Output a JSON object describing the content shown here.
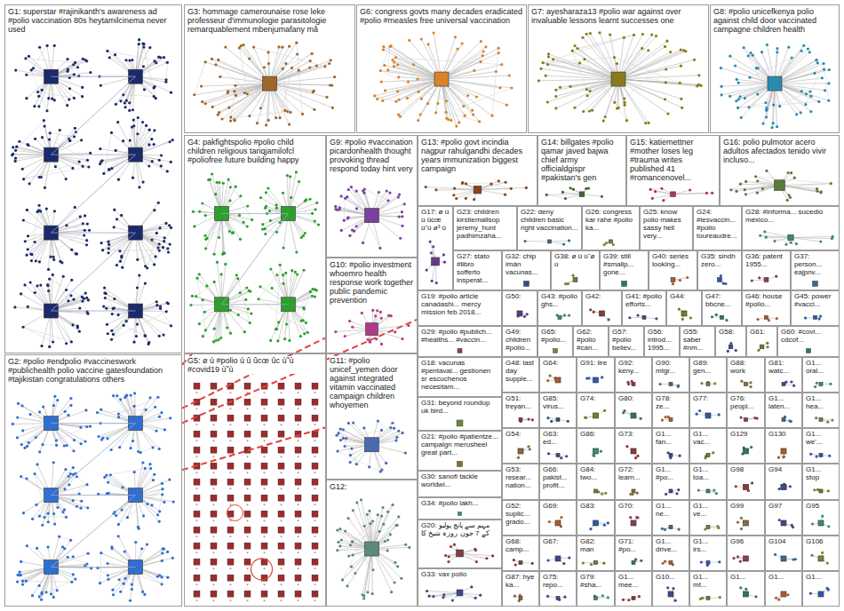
{
  "diagram": {
    "nodes": [
      {
        "text": [
          "G1: superstar #rajinikanth's awareness ad #polio vaccination 80s heytamilcinema never used"
        ]
      },
      {
        "text": [
          "G3: hommage camerounaise rose leke professeur d'immunologie parasitologie remarquablement mbenjumafany mâ"
        ]
      },
      {
        "text": [
          "G6: congress govts many decades eradicated #polio #measles free universal vaccination"
        ]
      },
      {
        "text": [
          "G7: ayesharaza13 #polio war against over invaluable lessons learnt successes one"
        ]
      },
      {
        "text": [
          "G8: #polio unicefkenya polio against child door vaccinated campagne children health"
        ]
      },
      {
        "text": [
          "G4: pakfightspolio #polio child children religious tariqjamilofcl #poliofree future building happy"
        ]
      },
      {
        "text": [
          "G9: #polio #vaccination picardonhealth thought provoking thread respond today hint very"
        ]
      },
      {
        "text": [
          "G13: #polio govt incindia nagpur rahulgandhi decades years immunization biggest campaign"
        ]
      },
      {
        "text": [
          "G14: billgates #polio qamar javed bajwa chief army officialdgispr #pakistan's gen"
        ]
      },
      {
        "text": [
          "G15: katiemettner #mother loses leg #trauma writes published 41 #romancenovel..."
        ]
      },
      {
        "text": [
          "G16: polio pulmotor acero adultos afectados tenido vivir incluso..."
        ]
      },
      {
        "text": [
          "G17: ø ù ú ûcœ ù˜ù ø³ û"
        ]
      },
      {
        "text": [
          "G23: children kirstiemallsop jeremy_hunt padhimzaha..."
        ]
      },
      {
        "text": [
          "G22: deny children basic right vaccination..."
        ]
      },
      {
        "text": [
          "G26: congress kar rahe #polio ka..."
        ]
      },
      {
        "text": [
          "G25: know polio makes sassy hell very..."
        ]
      },
      {
        "text": [
          "G24: #lesvaccin... #polio toureaudre..."
        ]
      },
      {
        "text": [
          "G28: #informa... sucedió méxico..."
        ]
      },
      {
        "text": [
          "G27: stato #libro sofferto insperat..."
        ]
      },
      {
        "text": [
          "G32: chip imán vacunas..."
        ]
      },
      {
        "text": [
          "G38: ø û ù˜ø ù"
        ]
      },
      {
        "text": [
          "G39: still #smallp... gone..."
        ]
      },
      {
        "text": [
          "G40: series looking..."
        ]
      },
      {
        "text": [
          "G35: sindh zero..."
        ]
      },
      {
        "text": [
          "G36: patent 1955..."
        ]
      },
      {
        "text": [
          "G37: person... eajpnv..."
        ]
      },
      {
        "text": [
          "G10: #polio investment whoemro health response work together public pandemic prevention"
        ]
      },
      {
        "text": [
          "G19: #polio article canadashi... mercy mission feb 2018..."
        ]
      },
      {
        "text": [
          "G50:"
        ]
      },
      {
        "text": [
          "G43: #polio ghs..."
        ]
      },
      {
        "text": [
          "G42:"
        ]
      },
      {
        "text": [
          "G41: #polio efforts..."
        ]
      },
      {
        "text": [
          "G44:"
        ]
      },
      {
        "text": [
          "G47: bbcne..."
        ]
      },
      {
        "text": [
          "G46: house #polio..."
        ]
      },
      {
        "text": [
          "G45: power #vacci..."
        ]
      },
      {
        "text": [
          "G29: #polio #publich... #healths... #vaccin..."
        ]
      },
      {
        "text": [
          "G49: children #polio..."
        ]
      },
      {
        "text": [
          "G65: #polio..."
        ]
      },
      {
        "text": [
          "G62: #polio #can..."
        ]
      },
      {
        "text": [
          "G57: #polio believ..."
        ]
      },
      {
        "text": [
          "G56: introd... 1995..."
        ]
      },
      {
        "text": [
          "G55: saber #nm..."
        ]
      },
      {
        "text": [
          "G58:"
        ]
      },
      {
        "text": [
          "G61:"
        ]
      },
      {
        "text": [
          "G60: #covi... cdcof..."
        ]
      },
      {
        "text": [
          "G2: #polio #endpolio #vaccineswork #publichealth polio vaccine gatesfoundation #tajikistan congratulations others"
        ]
      },
      {
        "text": [
          "G5: ø ù #polio ú û ûcœ ûc ù˜ù #covid19 ù˜ù"
        ]
      },
      {
        "text": [
          "G11: #polio unicef_yemen door against integrated vitamin vaccinated campaign children whoyemen"
        ]
      },
      {
        "text": [
          "G18: vacunas #pentaval... gestionen sr escuchenos necesitam..."
        ]
      },
      {
        "text": [
          "G31: beyond roundup uk bird..."
        ]
      },
      {
        "text": [
          "G21: #polio #patientze... campaign merusheel great part..."
        ]
      },
      {
        "text": [
          "G30: sanofi tackle worldwi..."
        ]
      },
      {
        "text": [
          "G34: #polio lakh..."
        ]
      },
      {
        "text": [
          "G20: مہم سے پانچ پولیو کے 7 جون روزہ شیخ کا"
        ]
      },
      {
        "text": [
          "G33: vax polio"
        ]
      },
      {
        "text": [
          "G12:"
        ]
      },
      {
        "text": [
          "G48: last day supple..."
        ]
      },
      {
        "text": [
          "G64:"
        ]
      },
      {
        "text": [
          "G91: lire"
        ]
      },
      {
        "text": [
          "G92: keny..."
        ]
      },
      {
        "text": [
          "G90: mtgr..."
        ]
      },
      {
        "text": [
          "G89: gen..."
        ]
      },
      {
        "text": [
          "G88: work"
        ]
      },
      {
        "text": [
          "G81: watc..."
        ]
      },
      {
        "text": [
          "G1... oral..."
        ]
      },
      {
        "text": [
          "G51: treyan..."
        ]
      },
      {
        "text": [
          "G85: virus..."
        ]
      },
      {
        "text": [
          "G74:"
        ]
      },
      {
        "text": [
          "G80:"
        ]
      },
      {
        "text": [
          "G78: ze..."
        ]
      },
      {
        "text": [
          "G77:"
        ]
      },
      {
        "text": [
          "G76: peopl..."
        ]
      },
      {
        "text": [
          "G1... laten..."
        ]
      },
      {
        "text": [
          "G1... hea..."
        ]
      },
      {
        "text": [
          "G54:"
        ]
      },
      {
        "text": [
          "G63: ed..."
        ]
      },
      {
        "text": [
          "G86:"
        ]
      },
      {
        "text": [
          "G73:"
        ]
      },
      {
        "text": [
          "G1... fan..."
        ]
      },
      {
        "text": [
          "G1... vac..."
        ]
      },
      {
        "text": [
          "G129"
        ]
      },
      {
        "text": [
          "G130"
        ]
      },
      {
        "text": [
          "G1... we'..."
        ]
      },
      {
        "text": [
          "G53: resear... nation..."
        ]
      },
      {
        "text": [
          "G66: pakist... profit..."
        ]
      },
      {
        "text": [
          "G84: two..."
        ]
      },
      {
        "text": [
          "G72: learn..."
        ]
      },
      {
        "text": [
          "G1... #po..."
        ]
      },
      {
        "text": [
          "G1... toa..."
        ]
      },
      {
        "text": [
          "G98"
        ]
      },
      {
        "text": [
          "G94"
        ]
      },
      {
        "text": [
          "G1... stop"
        ]
      },
      {
        "text": [
          "G52: suplic... grado..."
        ]
      },
      {
        "text": [
          "G69:"
        ]
      },
      {
        "text": [
          "G83:"
        ]
      },
      {
        "text": [
          "G70:"
        ]
      },
      {
        "text": [
          "G1... ne..."
        ]
      },
      {
        "text": [
          "G1... ve..."
        ]
      },
      {
        "text": [
          "G99"
        ]
      },
      {
        "text": [
          "G97"
        ]
      },
      {
        "text": [
          "G95"
        ]
      },
      {
        "text": [
          "G68: camp..."
        ]
      },
      {
        "text": [
          "G67:"
        ]
      },
      {
        "text": [
          "G82: man"
        ]
      },
      {
        "text": [
          "G71: #po..."
        ]
      },
      {
        "text": [
          "G1... drive..."
        ]
      },
      {
        "text": [
          "G1... irs..."
        ]
      },
      {
        "text": [
          "G96"
        ]
      },
      {
        "text": [
          "G104"
        ]
      },
      {
        "text": [
          "G106"
        ]
      },
      {
        "text": [
          "G87: hye ka..."
        ]
      },
      {
        "text": [
          "G75: repo..."
        ]
      },
      {
        "text": [
          "G79: #sha..."
        ]
      },
      {
        "text": [
          "G1... mee..."
        ]
      },
      {
        "text": [
          "G10..."
        ]
      },
      {
        "text": [
          "G1... mt..."
        ]
      },
      {
        "text": [
          "G1..."
        ]
      },
      {
        "text": [
          "G1..."
        ]
      },
      {
        "text": [
          "G1..."
        ]
      }
    ],
    "edges": [
      {
        "from": 46,
        "to": 5,
        "arrow": "none"
      },
      {
        "from": 46,
        "to": 26,
        "arrow": "none"
      },
      {
        "from": 46,
        "to": 27,
        "arrow": "none"
      },
      {
        "from": 46,
        "to": 48,
        "arrow": "none"
      }
    ]
  }
}
